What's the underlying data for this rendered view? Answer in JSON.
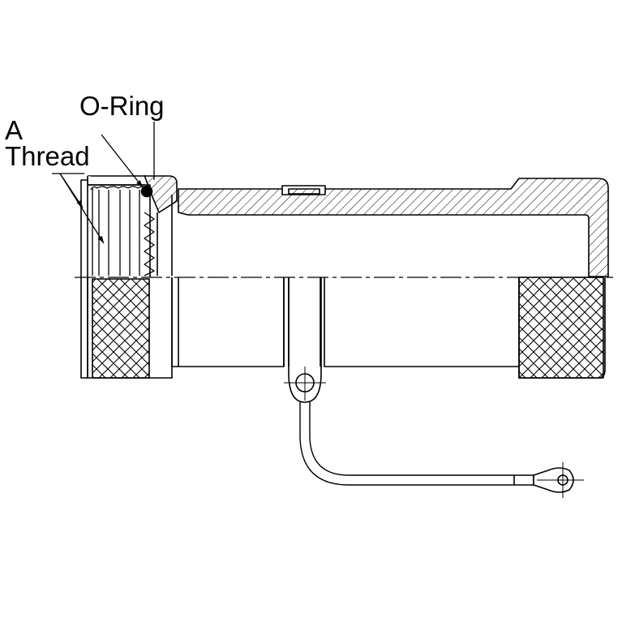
{
  "labels": {
    "o_ring": "O-Ring",
    "a_thread_line1": "A",
    "a_thread_line2": "Thread"
  },
  "colors": {
    "line": "#000000",
    "background": "#ffffff"
  }
}
